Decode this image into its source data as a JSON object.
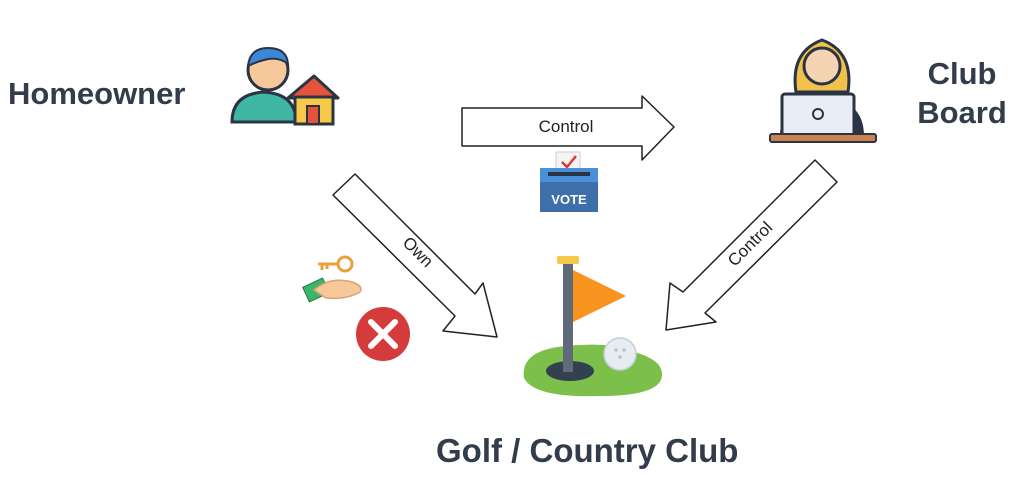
{
  "nodes": {
    "homeowner": "Homeowner",
    "club_board_line1": "Club",
    "club_board_line2": "Board",
    "club": "Golf / Country Club"
  },
  "edges": {
    "homeowner_to_board": "Control",
    "homeowner_to_club": "Own",
    "board_to_club": "Control"
  },
  "icons": {
    "homeowner": "person-with-house-icon",
    "board": "woman-at-laptop-icon",
    "vote": "ballot-box-icon",
    "vote_text": "VOTE",
    "ownership": "hand-holding-key-and-money-icon",
    "denied": "red-x-circle-icon",
    "club": "golf-flag-icon"
  },
  "colors": {
    "text": "#333c4a",
    "deny_red": "#d63b3b",
    "flag_orange": "#f7941d",
    "green": "#7cc04b",
    "vote_blue": "#4a90d9"
  }
}
